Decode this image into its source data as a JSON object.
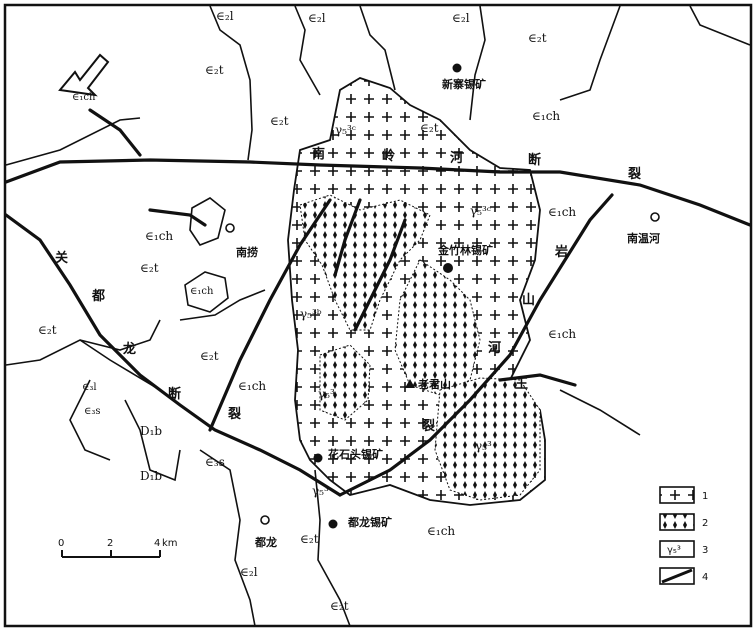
{
  "fault_labels": {
    "nanling_fault": [
      "南",
      "岭",
      "河",
      "断",
      "裂"
    ],
    "guanlong_fault": [
      "关",
      "都",
      "龙",
      "断",
      "裂"
    ],
    "yanshan_fault": [
      "岩",
      "山",
      "河",
      "王",
      "裂"
    ]
  },
  "places": {
    "xinzhai_mine": "新寨锡矿",
    "nanlao": "南捞",
    "mengdong": "南温河",
    "jinzhulin_mine": "金竹林锡矿",
    "laojunshan": "老君山",
    "huashitou_mine": "花石头锡矿",
    "dulong": "都龙",
    "dulong_mine": "都龙锡矿"
  },
  "strata": {
    "e2l": "∈₂l",
    "e2t": "∈₂t",
    "e1ch": "∈₁ch",
    "e3l": "∈₃l",
    "e3s": "∈₃s",
    "d1b": "D₁b",
    "gamma": "γ₅³",
    "gamma_b": "γ₅³ᵇ",
    "gamma_c": "γ₅³ᶜ"
  },
  "scale": {
    "ticks": [
      "0",
      "2",
      "4"
    ],
    "unit": "km"
  },
  "legend": {
    "items": [
      "1",
      "2",
      "3",
      "4"
    ],
    "symbol_3": "γ₅³"
  }
}
